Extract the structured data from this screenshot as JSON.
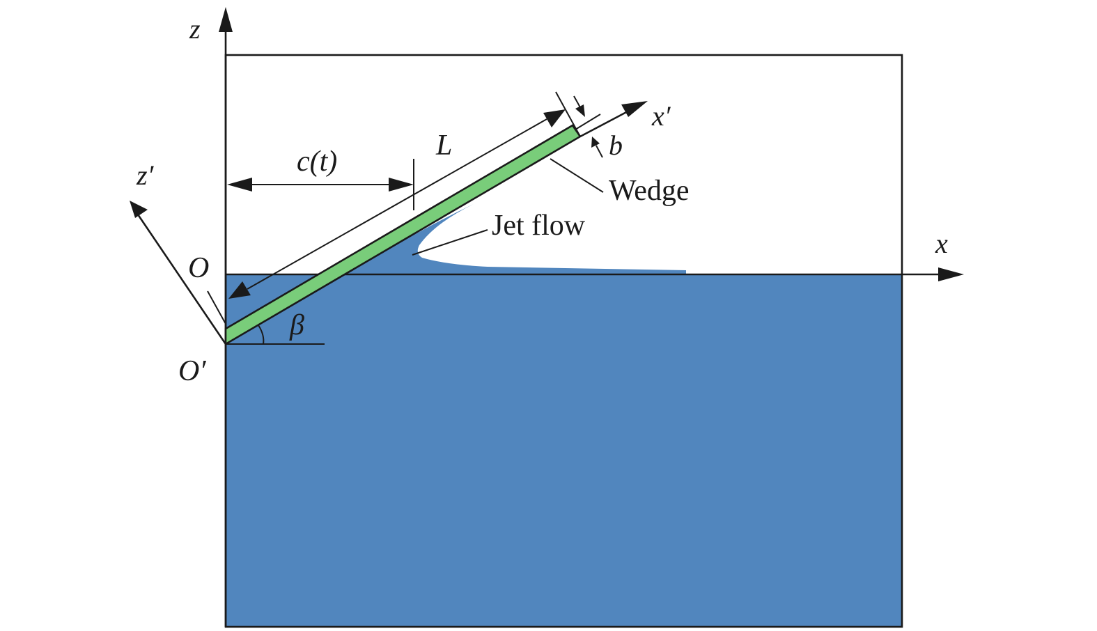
{
  "colors": {
    "water": "#5186be",
    "wedge": "#79cd7a",
    "line": "#1a1a1a",
    "background": "#ffffff"
  },
  "labels": {
    "z_axis": "z",
    "x_axis": "x",
    "z_prime_axis": "z′",
    "x_prime_axis": "x′",
    "origin_o": "O",
    "origin_o_prime": "O′",
    "angle_beta": "β",
    "wetted_length": "c(t)",
    "wedge_length": "L",
    "thickness": "b",
    "wedge": "Wedge",
    "jet_flow": "Jet flow"
  }
}
